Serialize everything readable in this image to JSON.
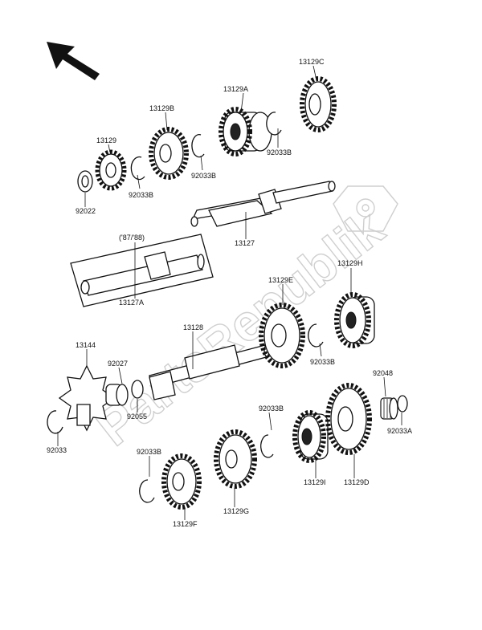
{
  "watermark": "PartsRepublik",
  "variant_note": "('87/'88)",
  "colors": {
    "ink": "#111111",
    "paper": "#ffffff",
    "watermark": "#cfcfcf"
  },
  "labels": {
    "p13129C": "13129C",
    "p13129A": "13129A",
    "p13129B": "13129B",
    "p13129": "13129",
    "p92033B_a": "92033B",
    "p92033B_b": "92033B",
    "p92033B_c": "92033B",
    "p92022": "92022",
    "p13127": "13127",
    "p13127A": "13127A",
    "p13129H": "13129H",
    "p13129E": "13129E",
    "p13128": "13128",
    "p13144": "13144",
    "p92027": "92027",
    "p92055": "92055",
    "p92033B_d": "92033B",
    "p92048": "92048",
    "p92033B_e": "92033B",
    "p92033": "92033",
    "p92033A": "92033A",
    "p92033B_f": "92033B",
    "p13129I": "13129I",
    "p13129D": "13129D",
    "p13129G": "13129G",
    "p13129F": "13129F"
  }
}
